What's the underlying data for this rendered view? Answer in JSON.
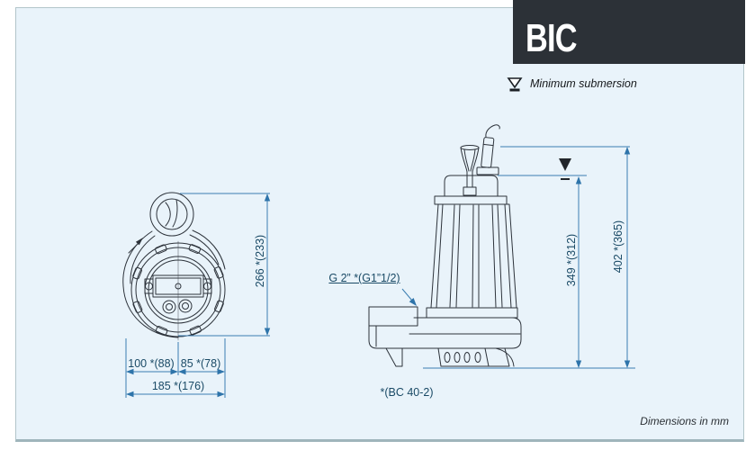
{
  "title_block": {
    "model": "BIC"
  },
  "legend": {
    "minimum_submersion": "Minimum submersion"
  },
  "front_view": {
    "height_dim": "266 *(233)",
    "width_left_dim": "100 *(88)",
    "width_right_dim": "85 *(78)",
    "width_total_dim": "185 *(176)"
  },
  "side_view": {
    "discharge_label": "G 2” *(G1”1/2)",
    "submersion_dim": "349 *(312)",
    "height_dim": "402 *(365)",
    "variant_note": "*(BC 40-2)"
  },
  "footer": {
    "units_note": "Dimensions in mm"
  },
  "colors": {
    "panel_background": "#e9f3fa",
    "panel_border": "#b2c5ca",
    "title_background": "#2c3137",
    "title_text": "#ffffff",
    "line_art": "#2d333b",
    "dimension_line": "#3b7db1",
    "dimension_text": "#1a4a66"
  }
}
